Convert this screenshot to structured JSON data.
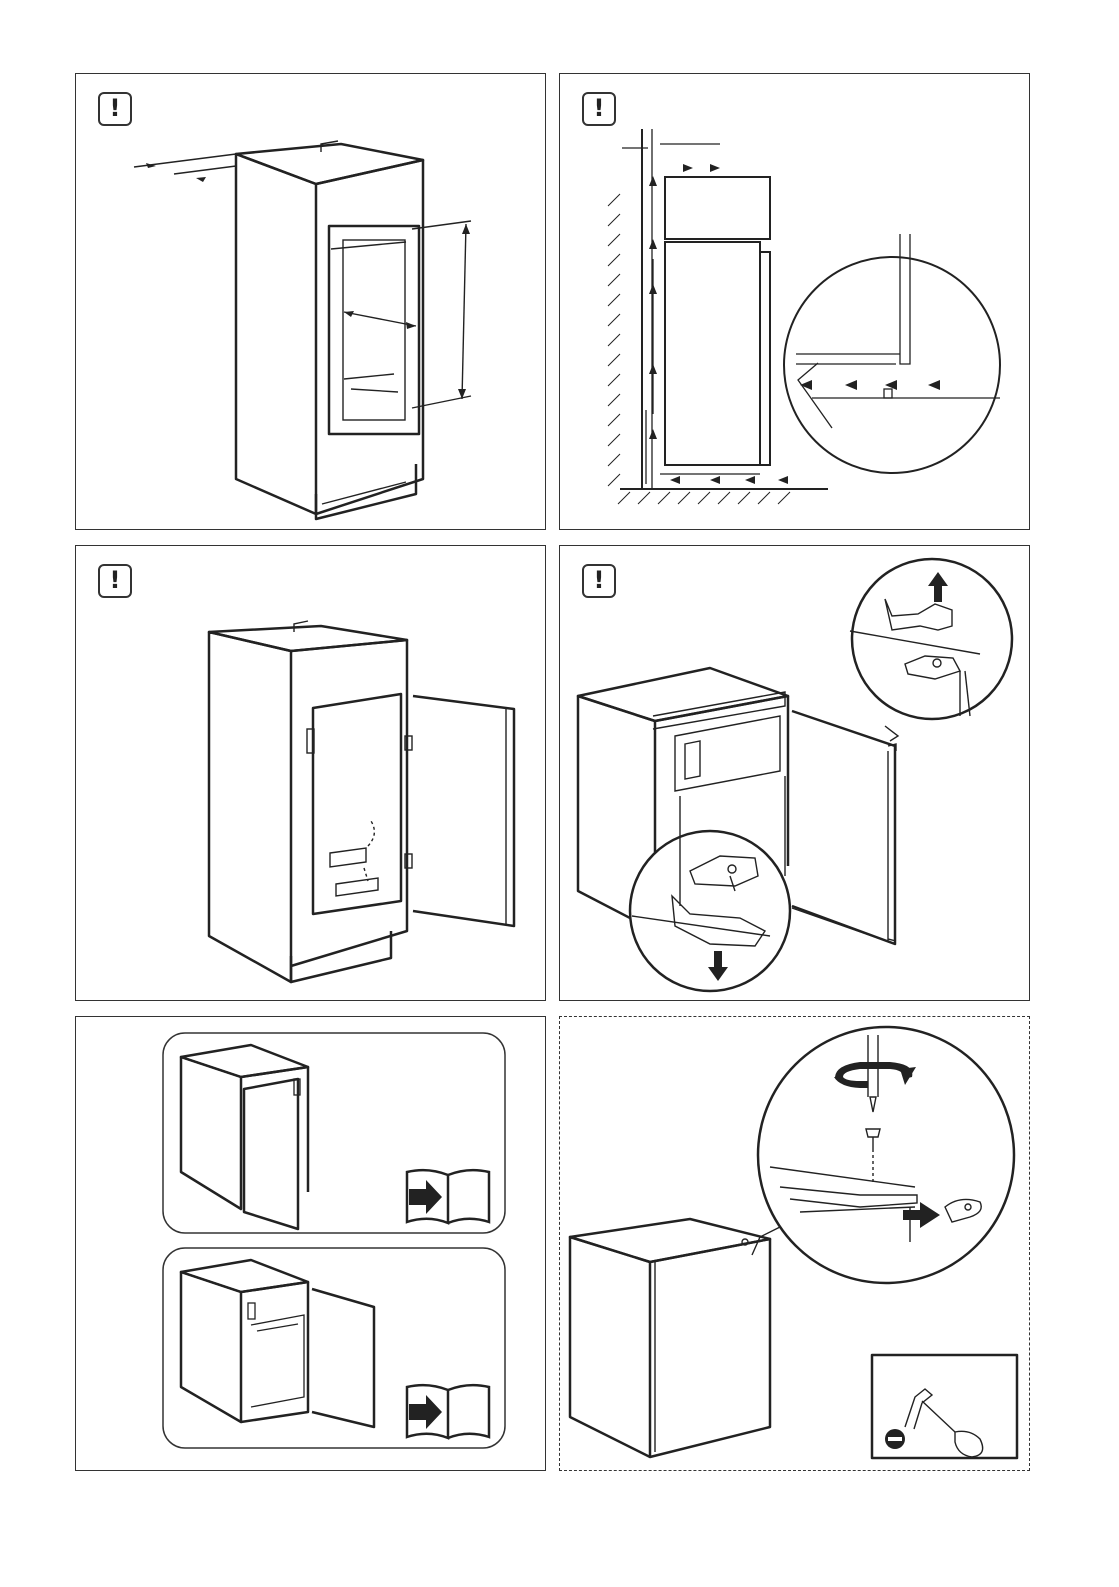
{
  "page": {
    "background": "#ffffff",
    "line_color": "#222222"
  },
  "panels": [
    {
      "id": "panel-1",
      "warning_symbol": "!",
      "illustration": "cabinet-niche-dimensions"
    },
    {
      "id": "panel-2",
      "warning_symbol": "!",
      "illustration": "ventilation-airflow"
    },
    {
      "id": "panel-3",
      "warning_symbol": "!",
      "illustration": "cabinet-door-hinges"
    },
    {
      "id": "panel-4",
      "warning_symbol": "!",
      "illustration": "fridge-hinge-removal"
    },
    {
      "id": "panel-5",
      "illustration": "door-reversal-reference"
    },
    {
      "id": "panel-6",
      "illustration": "cover-screw-removal"
    }
  ],
  "icons": [
    "warning-icon",
    "book-reference-icon",
    "arrow-right-icon",
    "screwdriver-icon",
    "flathead-slot-icon",
    "rotate-arrow-icon"
  ]
}
